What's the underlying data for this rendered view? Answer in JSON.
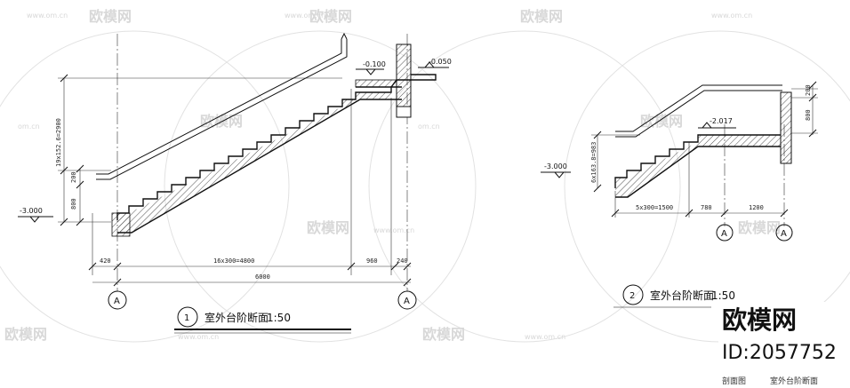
{
  "watermarks": {
    "brand": "欧模网",
    "site": "www.om.cn",
    "site_short": "www.om.cn",
    "site_cut": "om.cn"
  },
  "drawing1": {
    "title": "室外台阶断面",
    "scale": "1:50",
    "number": "1",
    "axis_left": "A",
    "axis_right": "A",
    "levels": {
      "bottom": "-3.000",
      "top_left": "-0.100",
      "top_right": "-0.050"
    },
    "dims_vertical": {
      "rise": "19x152.6=2900",
      "rail_a": "200",
      "rail_b": "800"
    },
    "dims_horizontal": {
      "a": "420",
      "b": "16x300=4800",
      "c": "960",
      "d": "240",
      "total": "6000"
    }
  },
  "drawing2": {
    "title": "室外台阶断面",
    "scale": "1:50",
    "number": "2",
    "axis_left": "A",
    "axis_right": "A",
    "levels": {
      "bottom": "-3.000",
      "top": "-2.017"
    },
    "dims_vertical": {
      "rise": "6x163.8=983",
      "rail_a": "200",
      "rail_b": "800"
    },
    "dims_horizontal": {
      "a": "5x300=1500",
      "b": "780",
      "c": "1200"
    }
  },
  "brand": {
    "name": "欧模网",
    "id": "ID:2057752"
  },
  "footer": {
    "left": "剖面图",
    "right": "室外台阶断面"
  }
}
